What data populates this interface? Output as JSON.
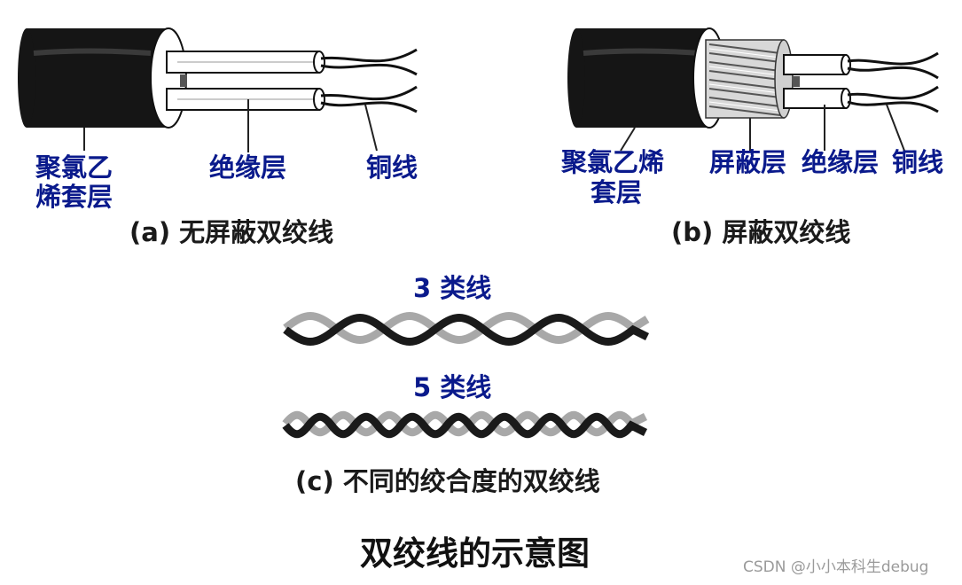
{
  "diagram_a": {
    "label_jacket_line1": "聚氯乙",
    "label_jacket_line2": "烯套层",
    "label_insulation": "绝缘层",
    "label_copper": "铜线",
    "caption": "(a) 无屏蔽双绞线"
  },
  "diagram_b": {
    "label_jacket_line1": "聚氯乙烯",
    "label_jacket_line2": "套层",
    "label_shield": "屏蔽层",
    "label_insulation": "绝缘层",
    "label_copper": "铜线",
    "caption": "(b) 屏蔽双绞线"
  },
  "diagram_c": {
    "cat3_label": "3 类线",
    "cat5_label": "5 类线",
    "caption": "(c) 不同的绞合度的双绞线"
  },
  "main_title": "双绞线的示意图",
  "watermark": "CSDN @小小本科生debug",
  "colors": {
    "label_blue": "#0a1a8c",
    "dark_strand": "#1a1a1a",
    "light_strand": "#a8a8a8"
  }
}
